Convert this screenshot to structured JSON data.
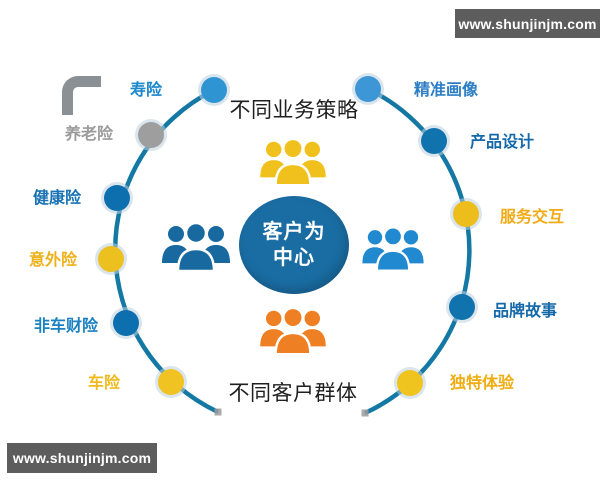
{
  "palette": {
    "ring": "#1478a4",
    "arc_end_marker": "#9b9b9b",
    "banner_bg": "#5d5d5d",
    "banner_text": "#ffffff",
    "heading_color": "#1f1f1f"
  },
  "watermark_top": {
    "text": "www.shunjinjm.com"
  },
  "watermark_bottom": {
    "text": "www.shunjinjm.com"
  },
  "headings": {
    "top": "不同业务策略",
    "bottom": "不同客户群体"
  },
  "center": {
    "line1": "客户为",
    "line2": "中心",
    "bg": "#1a6da3",
    "text_color": "#ffffff"
  },
  "groups": {
    "top": {
      "icon": "people-group-icon",
      "color": "#f0c11c"
    },
    "left": {
      "icon": "people-group-icon",
      "color": "#17699f"
    },
    "right": {
      "icon": "people-group-icon",
      "color": "#2089cf"
    },
    "bottom": {
      "icon": "people-group-icon",
      "color": "#ee7f22"
    }
  },
  "nodes": [
    {
      "label": "寿险",
      "label_color": "#1b87cc",
      "dot_color": "#2e95d2"
    },
    {
      "label": "养老险",
      "label_color": "#9b9b9b",
      "dot_color": "#9e9e9e"
    },
    {
      "label": "健康险",
      "label_color": "#1973b4",
      "dot_color": "#0e6fae"
    },
    {
      "label": "意外险",
      "label_color": "#edb11c",
      "dot_color": "#ecc01e"
    },
    {
      "label": "非车财险",
      "label_color": "#1b82c2",
      "dot_color": "#0e6fae"
    },
    {
      "label": "车险",
      "label_color": "#f0ba1e",
      "dot_color": "#f0c322"
    },
    {
      "label": "精准画像",
      "label_color": "#2d7fc5",
      "dot_color": "#3d96d6"
    },
    {
      "label": "产品设计",
      "label_color": "#1569a9",
      "dot_color": "#1173ae"
    },
    {
      "label": "服务交互",
      "label_color": "#f2ab16",
      "dot_color": "#edbd1b"
    },
    {
      "label": "品牌故事",
      "label_color": "#1569a9",
      "dot_color": "#1173ae"
    },
    {
      "label": "独特体验",
      "label_color": "#f0ad12",
      "dot_color": "#f0c41e"
    }
  ]
}
